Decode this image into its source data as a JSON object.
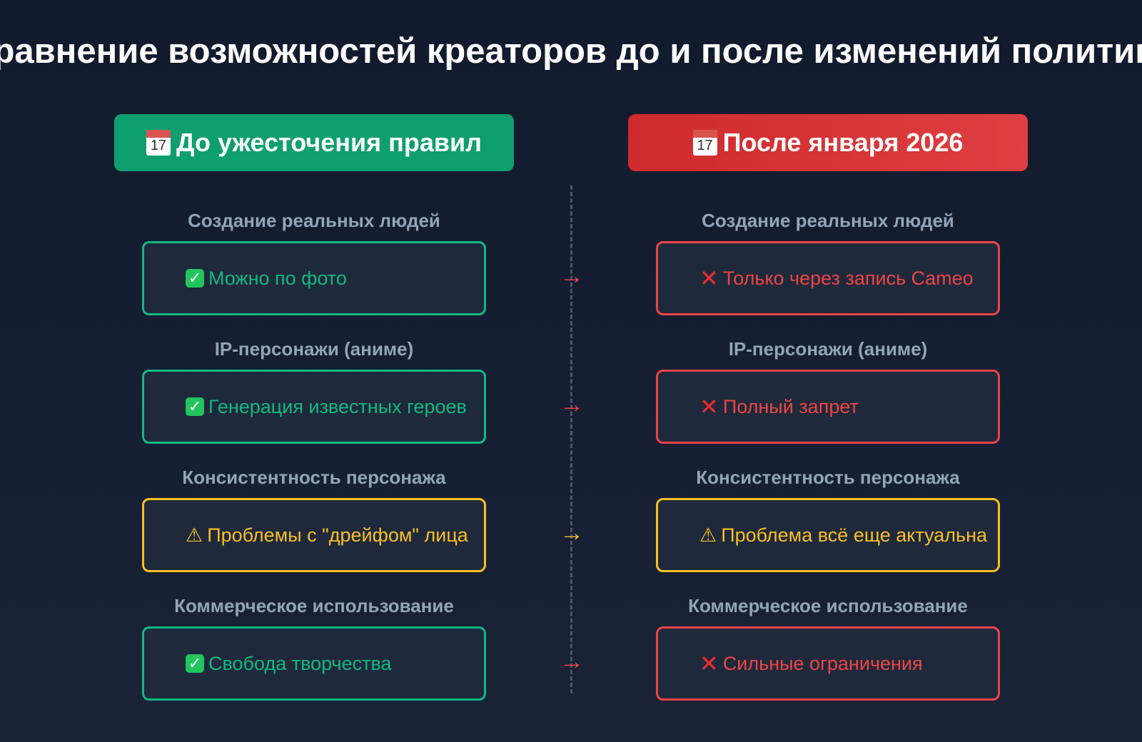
{
  "title": "Сравнение возможностей креаторов до и после изменений политики",
  "columns": {
    "before": {
      "header": "До ужесточения правил",
      "icon": "calendar-icon",
      "color": "#0e9f6e"
    },
    "after": {
      "header": "После января 2026",
      "icon": "calendar-icon",
      "color": "#dc2626"
    }
  },
  "rows": [
    {
      "label": "Создание реальных людей",
      "before": {
        "status": "check",
        "text": "Можно по фото",
        "color": "#10b981"
      },
      "after": {
        "status": "cross",
        "text": "Только через запись Cameo",
        "color": "#ef4444"
      },
      "arrow_color": "#ef4444"
    },
    {
      "label": "IP-персонажи (аниме)",
      "before": {
        "status": "check",
        "text": "Генерация известных героев",
        "color": "#10b981"
      },
      "after": {
        "status": "cross",
        "text": "Полный запрет",
        "color": "#ef4444"
      },
      "arrow_color": "#ef4444"
    },
    {
      "label": "Консистентность персонажа",
      "before": {
        "status": "warning",
        "text": "Проблемы с \"дрейфом\" лица",
        "color": "#fbbf24"
      },
      "after": {
        "status": "warning",
        "text": "Проблема всё еще актуальна",
        "color": "#fbbf24"
      },
      "arrow_color": "#fbbf24"
    },
    {
      "label": "Коммерческое использование",
      "before": {
        "status": "check",
        "text": "Свобода творчества",
        "color": "#10b981"
      },
      "after": {
        "status": "cross",
        "text": "Сильные ограничения",
        "color": "#ef4444"
      },
      "arrow_color": "#ef4444"
    }
  ],
  "glyphs": {
    "check": "✓",
    "cross": "✕",
    "warning": "⚠",
    "arrow": "→",
    "calendar_day": "17"
  }
}
